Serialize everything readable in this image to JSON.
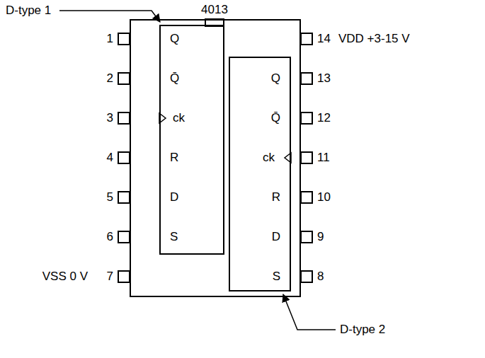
{
  "diagram": {
    "nodes": [
      {
        "text": [
          "4013"
        ]
      },
      {
        "text": [
          "Q",
          "Q̄",
          "ck",
          "R",
          "D",
          "S"
        ],
        "in": 0
      },
      {
        "text": [
          "Q",
          "Q̄",
          "ck",
          "R",
          "D",
          "S"
        ],
        "in": 0
      }
    ],
    "labels": [
      "D-type 1",
      "1",
      "2",
      "3",
      "4",
      "5",
      "6",
      "7",
      "VSS 0 V",
      "8",
      "9",
      "10",
      "11",
      "12",
      "13",
      "14",
      "VDD +3-15 V",
      "D-type 2"
    ]
  }
}
